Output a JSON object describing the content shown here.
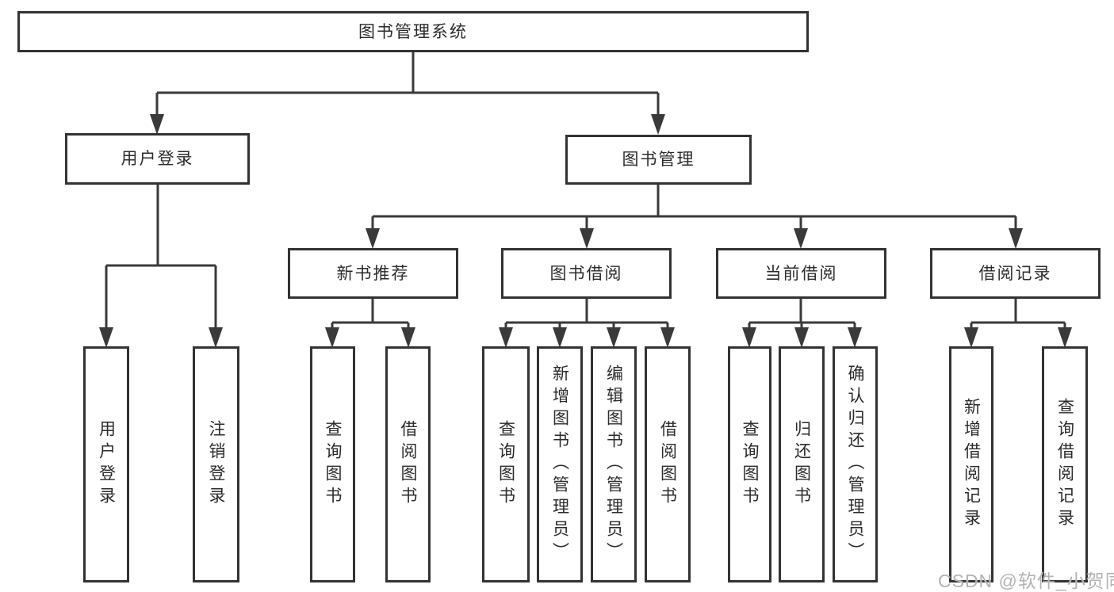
{
  "diagram_title": "图书管理系统",
  "watermark": "CSDN @软件_小贺同学",
  "colors": {
    "line": "#3a3a3a",
    "box_border": "#333333",
    "text": "#2b2b2b",
    "watermark": "#b3b3b3",
    "background": "#ffffff"
  },
  "tree": {
    "root": {
      "label": "图书管理系统",
      "children": [
        {
          "label": "用户登录",
          "children": [
            {
              "label": "用户登录"
            },
            {
              "label": "注销登录"
            }
          ]
        },
        {
          "label": "图书管理",
          "children": [
            {
              "label": "新书推荐",
              "children": [
                {
                  "label": "查询图书"
                },
                {
                  "label": "借阅图书"
                }
              ]
            },
            {
              "label": "图书借阅",
              "children": [
                {
                  "label": "查询图书"
                },
                {
                  "label": "新增图书（管理员）"
                },
                {
                  "label": "编辑图书（管理员）"
                },
                {
                  "label": "借阅图书"
                }
              ]
            },
            {
              "label": "当前借阅",
              "children": [
                {
                  "label": "查询图书"
                },
                {
                  "label": "归还图书"
                },
                {
                  "label": "确认归还（管理员）"
                }
              ]
            },
            {
              "label": "借阅记录",
              "children": [
                {
                  "label": "新增借阅记录"
                },
                {
                  "label": "查询借阅记录"
                }
              ]
            }
          ]
        }
      ]
    }
  }
}
